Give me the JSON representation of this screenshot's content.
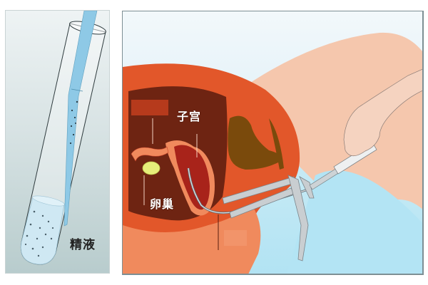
{
  "figure": {
    "left_panel": {
      "title": "semen in test tube with pipette",
      "label": "精液"
    },
    "right_panel": {
      "title": "intrauterine insemination cross-section",
      "labels": {
        "uterus": "子宫",
        "ovary": "卵巢"
      }
    }
  },
  "colors": {
    "tissue_outer": "#e2572a",
    "tissue_inner": "#f08a5d",
    "cavity_dark": "#6e2412",
    "uterus": "#a8231a",
    "ovary": "#e6ee7a",
    "bladder": "#7a4a0c",
    "skin": "#f5c7ad",
    "pipette": "#8ec9e6",
    "instrument": "#c9ced1"
  }
}
